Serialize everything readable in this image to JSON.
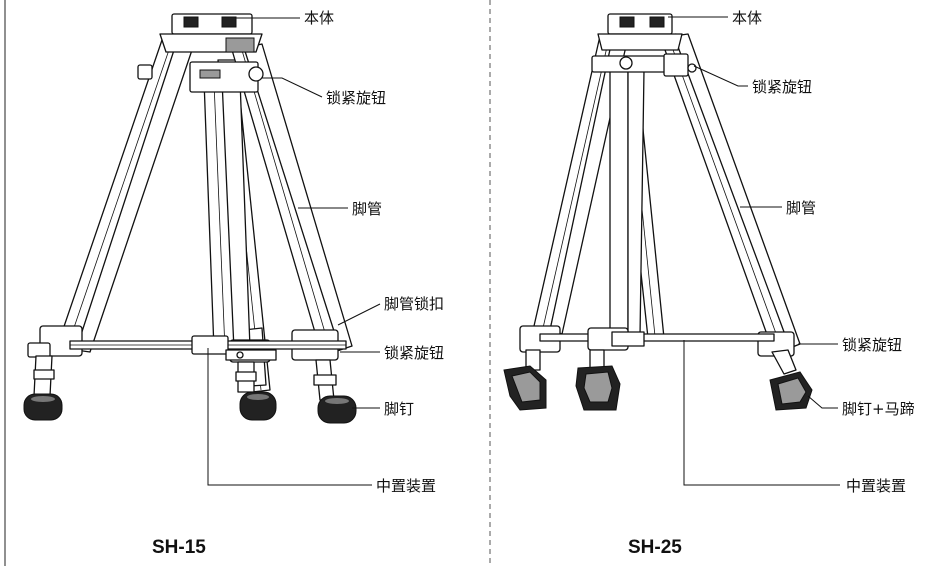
{
  "panels": [
    {
      "model": "SH-15",
      "labels": {
        "body": "本体",
        "lock_knob_top": "锁紧旋钮",
        "leg_tube": "脚管",
        "leg_clamp": "脚管锁扣",
        "lock_knob_bottom": "锁紧旋钮",
        "foot_spike": "脚钉",
        "mid_spreader": "中置装置"
      }
    },
    {
      "model": "SH-25",
      "labels": {
        "body": "本体",
        "lock_knob_top": "锁紧旋钮",
        "leg_tube": "脚管",
        "lock_knob_bottom": "锁紧旋钮",
        "foot_spike_hoof": "脚钉+马蹄",
        "mid_spreader": "中置装置"
      }
    }
  ]
}
